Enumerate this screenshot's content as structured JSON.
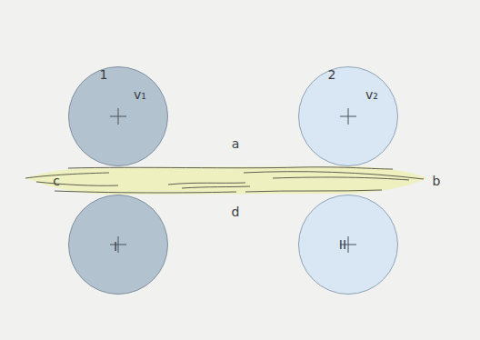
{
  "diagram": {
    "nodes": [
      {
        "text": [
          "1"
        ]
      },
      {
        "text": [
          "2"
        ]
      },
      {
        "text": [
          "I"
        ]
      },
      {
        "text": [
          "II"
        ]
      }
    ],
    "labels": [
      "v₁",
      "v₂",
      "a",
      "b",
      "c",
      "d"
    ]
  }
}
